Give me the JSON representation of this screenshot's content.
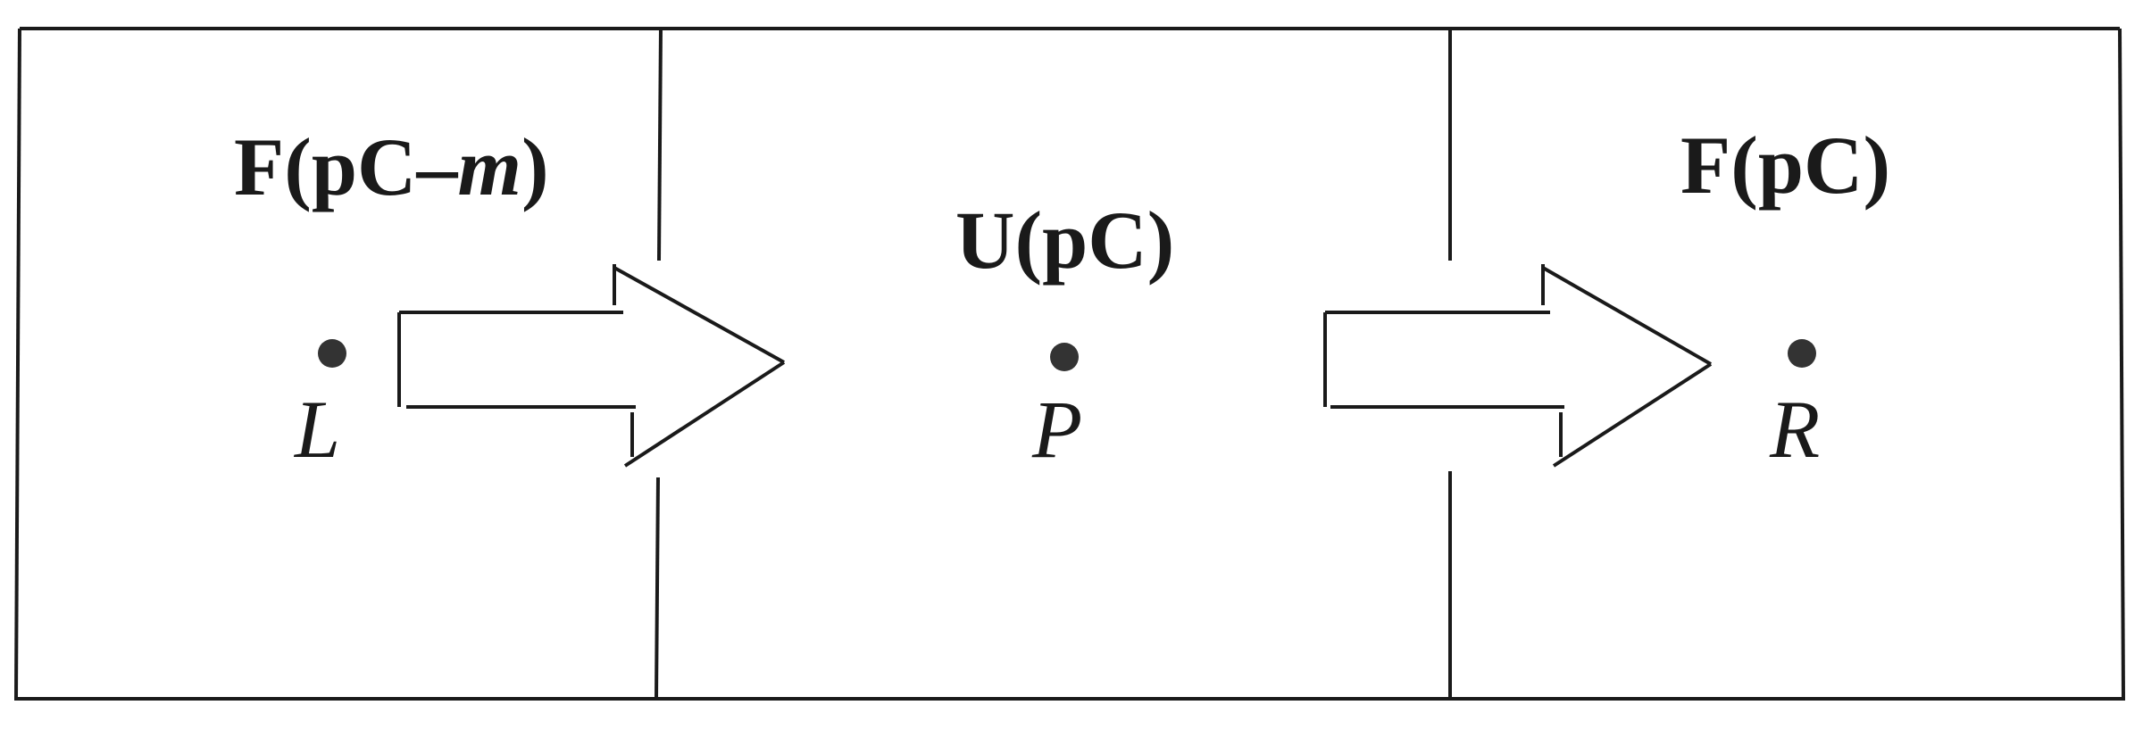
{
  "regions": [
    {
      "title_main": "F(pC–",
      "title_var": "m",
      "title_tail": ")",
      "point_label": "L"
    },
    {
      "title": "U(pC)",
      "point_label": "P"
    },
    {
      "title": "F(pC)",
      "point_label": "R"
    }
  ],
  "colors": {
    "line": "#1a1a1a",
    "dot": "#333333",
    "background": "#ffffff"
  }
}
